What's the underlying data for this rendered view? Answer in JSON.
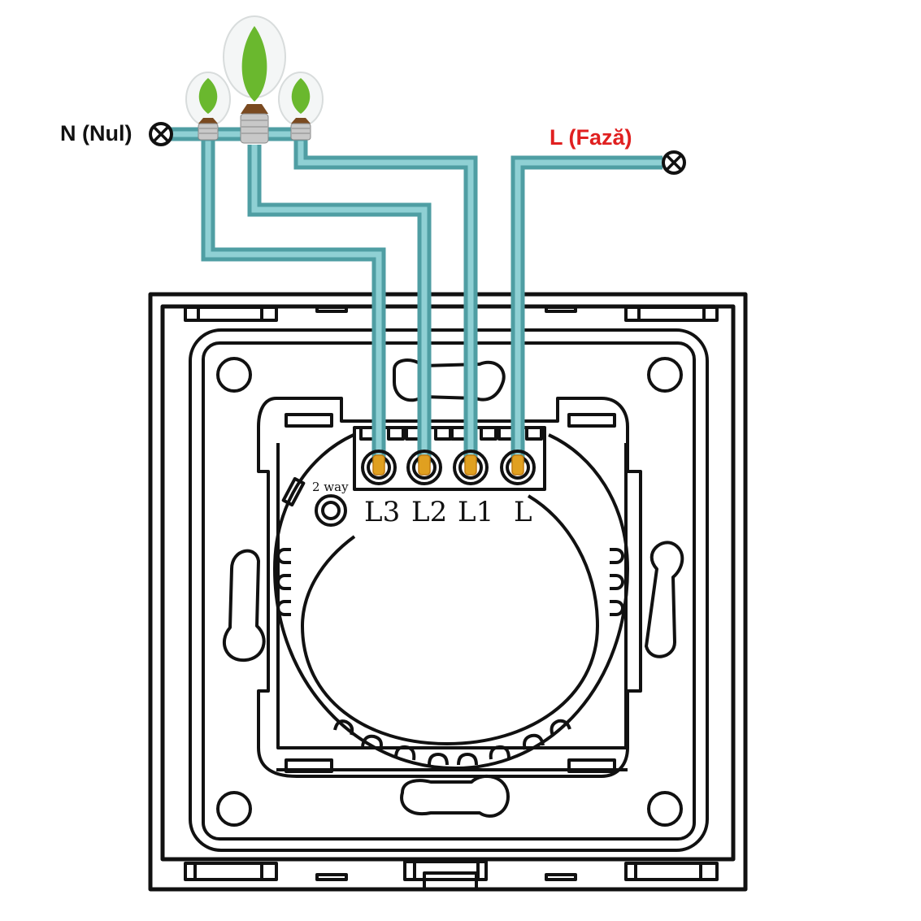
{
  "diagram": {
    "type": "wiring-diagram",
    "subject": "3-gang wall switch back view",
    "labels": {
      "neutral": "N (Nul)",
      "phase": "L (Fază)",
      "two_way": "2 way"
    },
    "terminals": [
      "L3",
      "L2",
      "L1",
      "L"
    ],
    "lamps": [
      "lamp-1",
      "lamp-2",
      "lamp-3"
    ],
    "connections": [
      {
        "from": "lamp-1",
        "to": "L3"
      },
      {
        "from": "lamp-2",
        "to": "L2"
      },
      {
        "from": "lamp-3",
        "to": "L1"
      },
      {
        "from": "L (Fază)",
        "to": "L"
      },
      {
        "from": "N (Nul)",
        "to": "lamps-common"
      }
    ]
  },
  "colors": {
    "wire": "#6fb9bd",
    "wire_dark": "#4f9ea3",
    "phase_label": "#e02020",
    "neutral_label": "#111111",
    "terminal_pin": "#e0a020",
    "leaf": "#6ab82e"
  }
}
